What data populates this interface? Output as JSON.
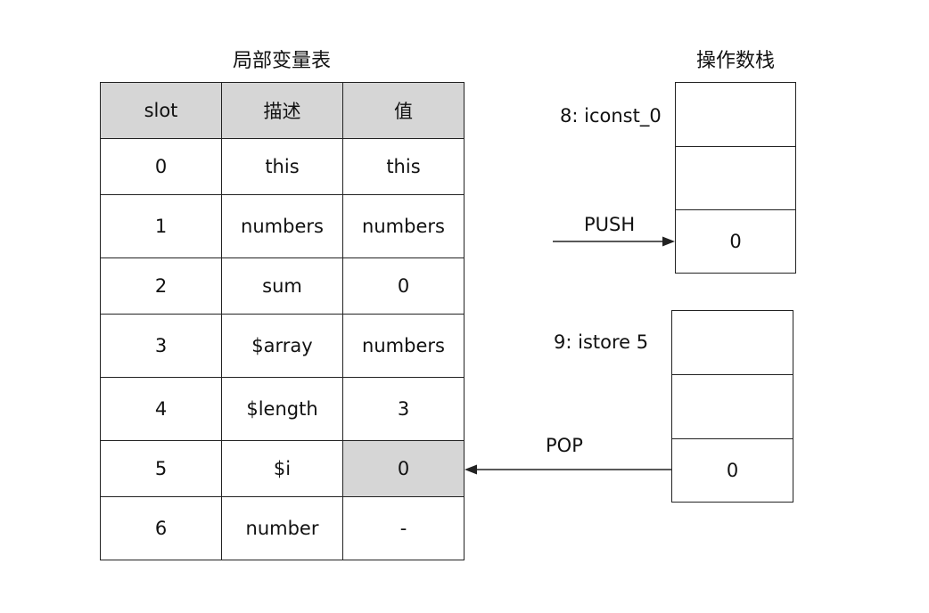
{
  "local_var_table": {
    "title": "局部变量表",
    "headers": [
      "slot",
      "描述",
      "值"
    ],
    "rows": [
      {
        "slot": "0",
        "desc": "this",
        "value": "this"
      },
      {
        "slot": "1",
        "desc": "numbers",
        "value": "numbers"
      },
      {
        "slot": "2",
        "desc": "sum",
        "value": "0"
      },
      {
        "slot": "3",
        "desc": "$array",
        "value": "numbers"
      },
      {
        "slot": "4",
        "desc": "$length",
        "value": "3"
      },
      {
        "slot": "5",
        "desc": "$i",
        "value": "0"
      },
      {
        "slot": "6",
        "desc": "number",
        "value": "-"
      }
    ],
    "highlight_color": "#d6d6d6"
  },
  "operand_stack": {
    "title": "操作数栈",
    "steps": [
      {
        "instruction": "8: iconst_0",
        "action": "PUSH",
        "cells": [
          "",
          "",
          "0"
        ]
      },
      {
        "instruction": "9: istore 5",
        "action": "POP",
        "cells": [
          "",
          "",
          "0"
        ]
      }
    ]
  }
}
